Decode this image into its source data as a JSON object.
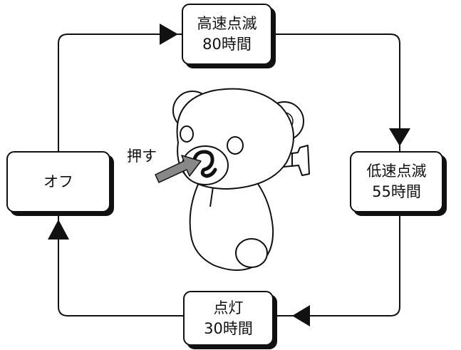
{
  "states": {
    "high_blink": {
      "line1": "高速点滅",
      "line2": "80時間"
    },
    "low_blink": {
      "line1": "低速点滅",
      "line2": "55時間"
    },
    "steady_on": {
      "line1": "点灯",
      "line2": "30時間"
    },
    "off": {
      "line1": "オフ"
    }
  },
  "press_label": "押す",
  "colors": {
    "line": "#111111",
    "fill": "#ffffff",
    "pointer": "#888888"
  },
  "icons": {
    "bear": "bear-toy-illustration",
    "pointer": "press-arrow"
  }
}
